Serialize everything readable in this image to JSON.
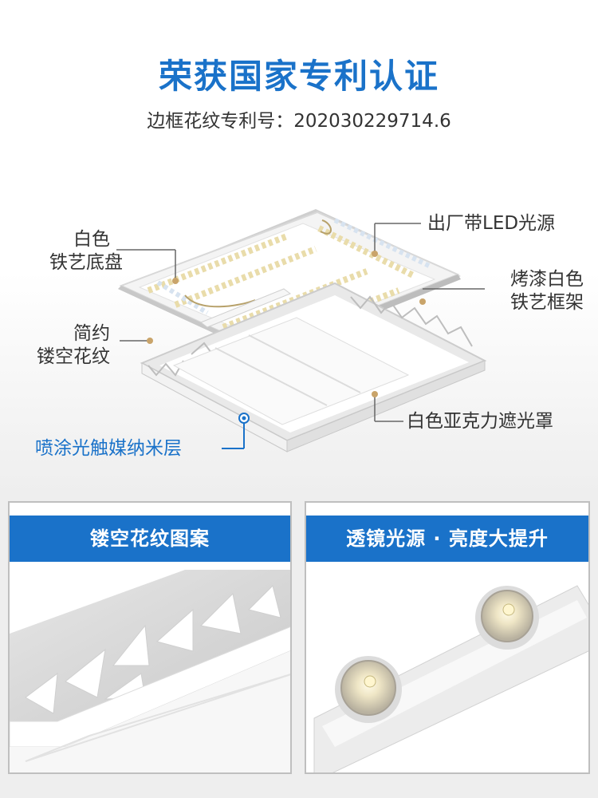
{
  "header": {
    "title": "荣获国家专利认证",
    "subtitle": "边框花纹专利号：202030229714.6"
  },
  "callouts": {
    "base": [
      "白色",
      "铁艺底盘"
    ],
    "led": "出厂带LED光源",
    "frame": [
      "烤漆白色",
      "铁艺框架"
    ],
    "pattern": [
      "简约",
      "镂空花纹"
    ],
    "cover": "白色亚克力遮光罩",
    "coating": "喷涂光触媒纳米层"
  },
  "panels": {
    "left_title": "镂空花纹图案",
    "right_title": "透镜光源 · 亮度大提升"
  },
  "colors": {
    "accent": "#1a72c9",
    "text": "#333333",
    "background": "#eeeeee"
  }
}
